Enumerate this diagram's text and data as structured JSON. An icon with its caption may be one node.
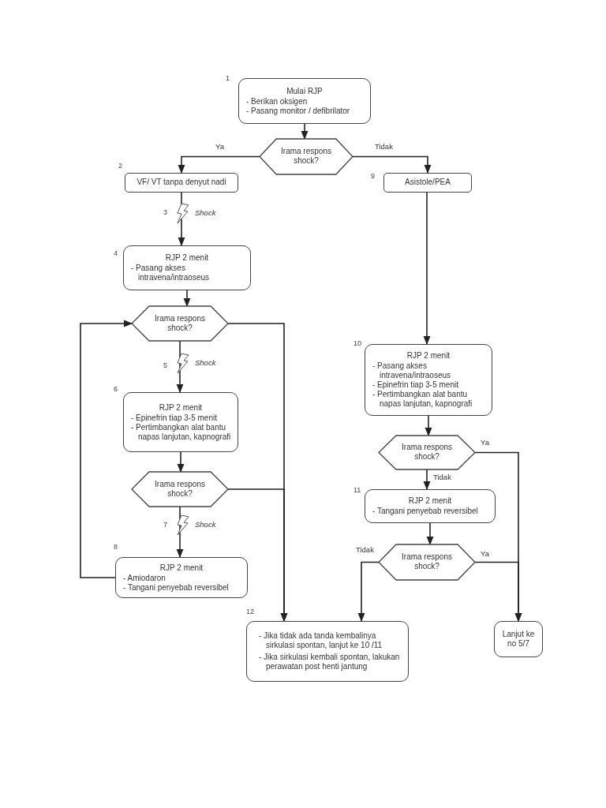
{
  "diagram": {
    "nodes": [
      {
        "text": [
          "Mulai RJP",
          "- Berikan oksigen",
          "- Pasang monitor / defibrilator"
        ],
        "beside": [
          "1"
        ]
      },
      {
        "text": [
          "Irama respons shock?"
        ]
      },
      {
        "text": [
          "VF/ VT tanpa denyut nadi"
        ],
        "beside": [
          "2"
        ]
      },
      {
        "text": [
          "Asistole/PEA"
        ],
        "beside": [
          "9"
        ]
      },
      {
        "text": [
          "RJP 2 menit",
          "- Pasang akses intravena/intraoseus"
        ],
        "beside": [
          "4"
        ]
      },
      {
        "text": [
          "Irama respons shock?"
        ]
      },
      {
        "text": [
          "RJP 2 menit",
          "- Epinefrin tiap 3-5 menit",
          "- Pertimbangkan alat bantu napas lanjutan, kapnografi"
        ],
        "beside": [
          "6"
        ]
      },
      {
        "text": [
          "Irama respons shock?"
        ]
      },
      {
        "text": [
          "RJP 2 menit",
          "- Amiodaron",
          "- Tangani penyebab reversibel"
        ],
        "beside": [
          "8"
        ]
      },
      {
        "text": [
          "RJP 2 menit",
          "- Pasang akses intravena/intraoseus",
          "- Epinefrin tiap 3-5 menit",
          "- Pertimbangkan alat bantu napas lanjutan, kapnografi"
        ],
        "beside": [
          "10"
        ]
      },
      {
        "text": [
          "Irama respons shock?"
        ]
      },
      {
        "text": [
          "RJP 2 menit",
          "- Tangani penyebab reversibel"
        ],
        "beside": [
          "11"
        ]
      },
      {
        "text": [
          "Irama respons shock?"
        ]
      },
      {
        "text": [
          "- Jika tidak ada tanda kembalinya sirkulasi spontan, lanjut ke 10 /11",
          "- Jika sirkulasi kembali spontan, lakukan perawatan post henti jantung"
        ],
        "beside": [
          "12"
        ]
      },
      {
        "text": [
          "Lanjut ke no 5/7"
        ]
      }
    ],
    "edges": [
      {
        "from": 0,
        "to": 1,
        "arrow": "to"
      },
      {
        "from": 1,
        "to": 2,
        "arrow": "to",
        "label": "Ya"
      },
      {
        "from": 1,
        "to": 3,
        "arrow": "to",
        "label": "Tidak"
      },
      {
        "from": 2,
        "to": 4,
        "arrow": "to",
        "label": "Shock"
      },
      {
        "from": 4,
        "to": 5,
        "arrow": "to"
      },
      {
        "from": 5,
        "to": 6,
        "arrow": "to",
        "label": "Shock"
      },
      {
        "from": 6,
        "to": 7,
        "arrow": "to"
      },
      {
        "from": 7,
        "to": 8,
        "arrow": "to",
        "label": "Shock"
      },
      {
        "from": 8,
        "to": 5,
        "arrow": "to"
      },
      {
        "from": 5,
        "to": 13,
        "arrow": "to"
      },
      {
        "from": 7,
        "to": 13,
        "arrow": "to"
      },
      {
        "from": 3,
        "to": 9,
        "arrow": "to"
      },
      {
        "from": 9,
        "to": 10,
        "arrow": "to"
      },
      {
        "from": 10,
        "to": 11,
        "arrow": "to",
        "label": "Tidak"
      },
      {
        "from": 10,
        "to": 14,
        "arrow": "to",
        "label": "Ya"
      },
      {
        "from": 11,
        "to": 12,
        "arrow": "to"
      },
      {
        "from": 12,
        "to": 13,
        "arrow": "to",
        "label": "Tidak"
      },
      {
        "from": 12,
        "to": 14,
        "arrow": "to",
        "label": "Ya"
      }
    ],
    "labels": [
      "3",
      "5",
      "7"
    ]
  }
}
